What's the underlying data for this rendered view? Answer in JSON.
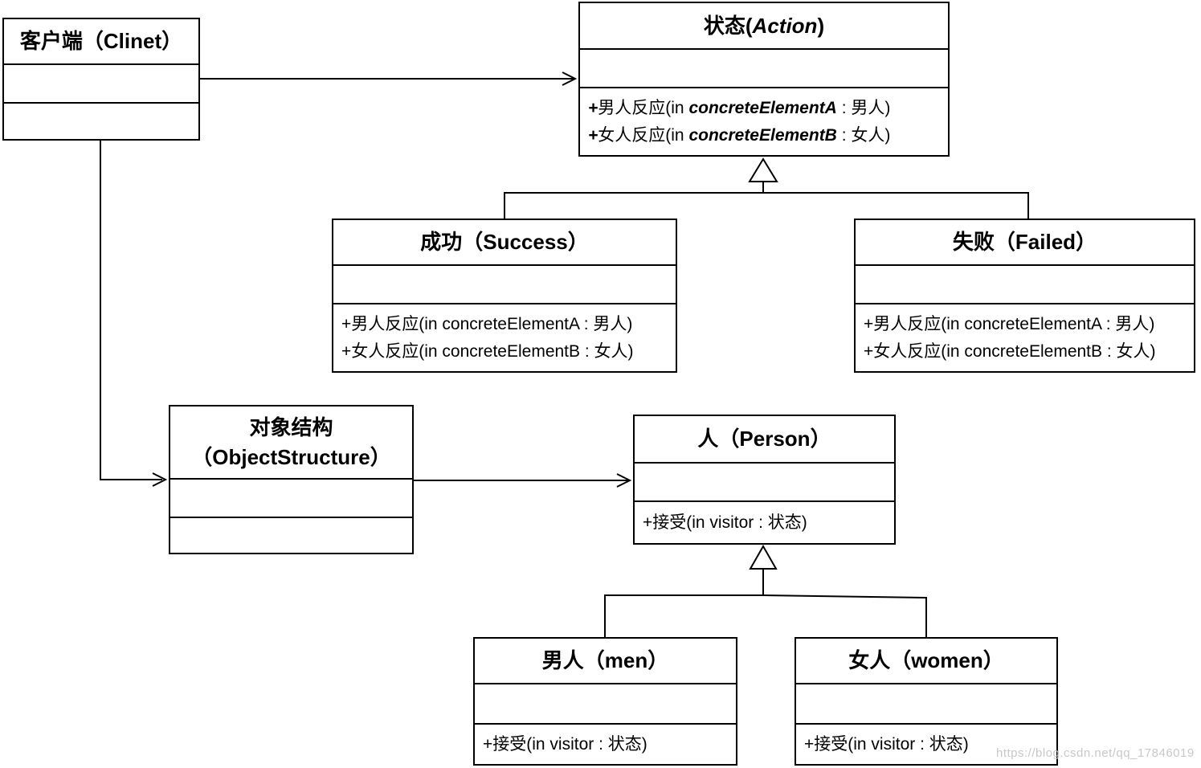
{
  "diagram": {
    "type": "uml-class-diagram",
    "pattern": "visitor",
    "colors": {
      "background": "#ffffff",
      "line": "#000000",
      "watermark": "#c8c8c8"
    },
    "watermark": {
      "text": "https://blog.csdn.net/qq_17846019"
    }
  },
  "classes": {
    "client": {
      "title": [
        [
          {
            "t": "客户端（Clinet）",
            "s": "b"
          }
        ]
      ],
      "methods": []
    },
    "action": {
      "title": [
        [
          {
            "t": "状态(",
            "s": "b"
          },
          {
            "t": "Action",
            "s": "bi"
          },
          {
            "t": ")",
            "s": "b"
          }
        ]
      ],
      "methods": [
        [
          {
            "t": "+",
            "s": "bi"
          },
          {
            "t": "男人反应(in "
          },
          {
            "t": "concreteElementA",
            "s": "bi"
          },
          {
            "t": " : 男人)"
          }
        ],
        [
          {
            "t": "+",
            "s": "bi"
          },
          {
            "t": "女人反应(in "
          },
          {
            "t": "concreteElementB",
            "s": "bi"
          },
          {
            "t": " : 女人)"
          }
        ]
      ]
    },
    "success": {
      "title": [
        [
          {
            "t": "成功（Success）",
            "s": "b"
          }
        ]
      ],
      "methods": [
        [
          {
            "t": "+男人反应(in concreteElementA : 男人)"
          }
        ],
        [
          {
            "t": "+女人反应(in concreteElementB : 女人)"
          }
        ]
      ]
    },
    "failed": {
      "title": [
        [
          {
            "t": "失败（Failed）",
            "s": "b"
          }
        ]
      ],
      "methods": [
        [
          {
            "t": "+男人反应(in concreteElementA : 男人)"
          }
        ],
        [
          {
            "t": "+女人反应(in concreteElementB : 女人)"
          }
        ]
      ]
    },
    "object_structure": {
      "title": [
        [
          {
            "t": "对象结构",
            "s": "b"
          }
        ],
        [
          {
            "t": "（ObjectStructure）",
            "s": "b"
          }
        ]
      ],
      "methods": []
    },
    "person": {
      "title": [
        [
          {
            "t": "人（Person）",
            "s": "b"
          }
        ]
      ],
      "methods": [
        [
          {
            "t": "+接受(in visitor : 状态)"
          }
        ]
      ]
    },
    "men": {
      "title": [
        [
          {
            "t": "男人（men）",
            "s": "b"
          }
        ]
      ],
      "methods": [
        [
          {
            "t": "+接受(in visitor : 状态)"
          }
        ]
      ]
    },
    "women": {
      "title": [
        [
          {
            "t": "女人（women）",
            "s": "b"
          }
        ]
      ],
      "methods": [
        [
          {
            "t": "+接受(in visitor : 状态)"
          }
        ]
      ]
    }
  },
  "relationships": [
    {
      "from": "client",
      "to": "action",
      "type": "association-arrow"
    },
    {
      "from": "client",
      "to": "object_structure",
      "type": "association-arrow"
    },
    {
      "from": "object_structure",
      "to": "person",
      "type": "association-arrow"
    },
    {
      "from": "success",
      "to": "action",
      "type": "generalization"
    },
    {
      "from": "failed",
      "to": "action",
      "type": "generalization"
    },
    {
      "from": "men",
      "to": "person",
      "type": "generalization"
    },
    {
      "from": "women",
      "to": "person",
      "type": "generalization"
    }
  ]
}
